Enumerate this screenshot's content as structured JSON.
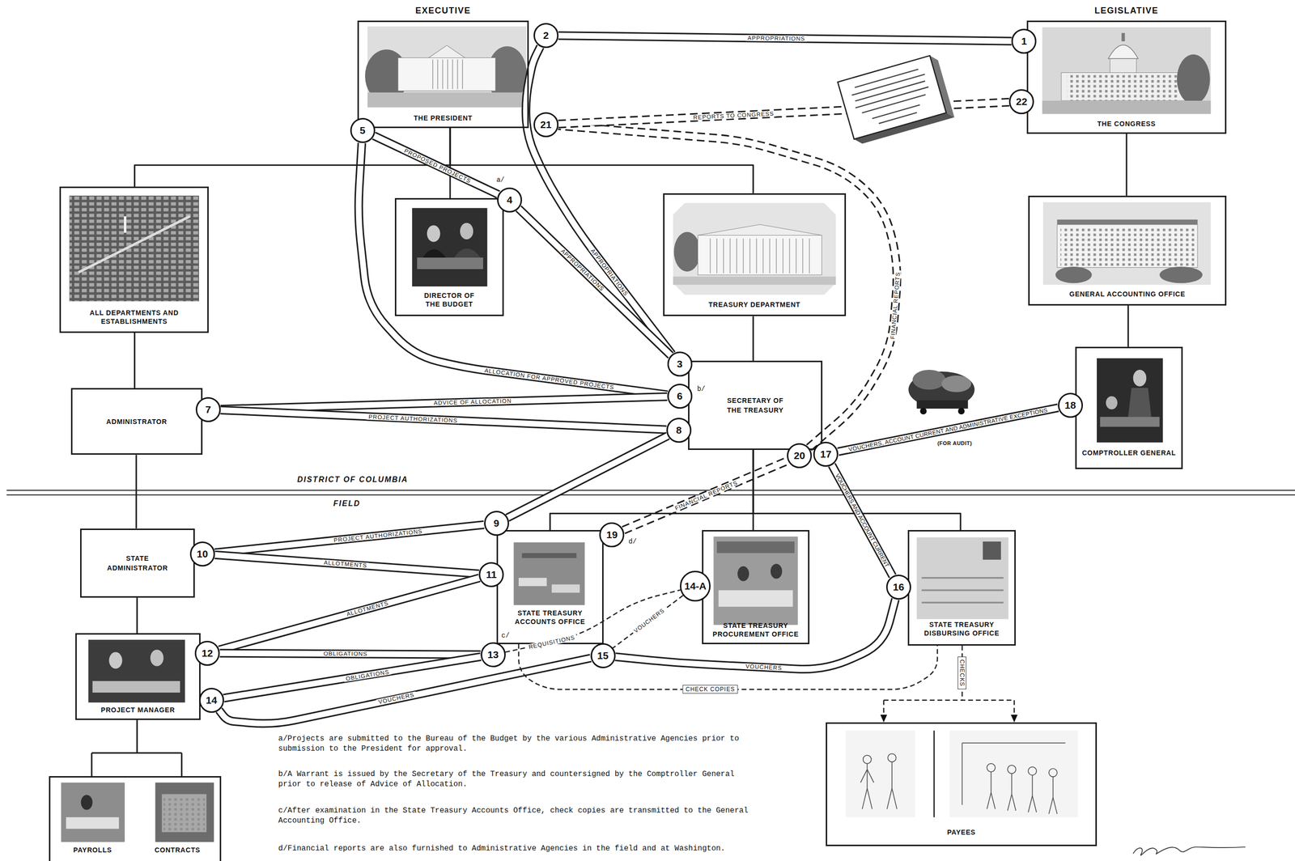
{
  "diagram": {
    "nodes": [
      {
        "text": [
          "EXECUTIVE",
          "THE PRESIDENT"
        ]
      },
      {
        "text": [
          "LEGISLATIVE",
          "THE CONGRESS"
        ]
      },
      {
        "text": [
          "ALL DEPARTMENTS AND ESTABLISHMENTS"
        ]
      },
      {
        "text": [
          "DIRECTOR OF THE BUDGET"
        ]
      },
      {
        "text": [
          "TREASURY DEPARTMENT"
        ]
      },
      {
        "text": [
          "GENERAL ACCOUNTING OFFICE"
        ]
      },
      {
        "text": [
          "ADMINISTRATOR"
        ]
      },
      {
        "text": [
          "SECRETARY OF THE TREASURY"
        ]
      },
      {
        "text": [
          "COMPTROLLER GENERAL"
        ]
      },
      {
        "text": [
          "STATE ADMINISTRATOR"
        ]
      },
      {
        "text": [
          "STATE TREASURY ACCOUNTS OFFICE"
        ]
      },
      {
        "text": [
          "STATE TREASURY PROCUREMENT OFFICE"
        ]
      },
      {
        "text": [
          "STATE TREASURY DISBURSING OFFICE"
        ]
      },
      {
        "text": [
          "PROJECT MANAGER"
        ]
      },
      {
        "text": [
          "PAYROLLS",
          "CONTRACTS"
        ]
      },
      {
        "text": [
          "PAYEES"
        ]
      },
      {
        "text": [
          "1"
        ]
      },
      {
        "text": [
          "2"
        ]
      },
      {
        "text": [
          "3"
        ]
      },
      {
        "text": [
          "4"
        ]
      },
      {
        "text": [
          "5"
        ]
      },
      {
        "text": [
          "6"
        ]
      },
      {
        "text": [
          "7"
        ]
      },
      {
        "text": [
          "8"
        ]
      },
      {
        "text": [
          "9"
        ]
      },
      {
        "text": [
          "10"
        ]
      },
      {
        "text": [
          "11"
        ]
      },
      {
        "text": [
          "12"
        ]
      },
      {
        "text": [
          "13"
        ]
      },
      {
        "text": [
          "14"
        ]
      },
      {
        "text": [
          "14-A"
        ]
      },
      {
        "text": [
          "15"
        ]
      },
      {
        "text": [
          "16"
        ]
      },
      {
        "text": [
          "17"
        ]
      },
      {
        "text": [
          "18"
        ]
      },
      {
        "text": [
          "19"
        ]
      },
      {
        "text": [
          "20"
        ]
      },
      {
        "text": [
          "21"
        ]
      },
      {
        "text": [
          "22"
        ]
      }
    ],
    "edges": [
      {
        "from": 16,
        "to": 17,
        "arrow": "none",
        "label": "APPROPRIATIONS"
      },
      {
        "from": 17,
        "to": 18,
        "arrow": "none",
        "label": "APPROPRIATIONS"
      },
      {
        "from": 18,
        "to": 19,
        "arrow": "none",
        "label": "APPROPRIATIONS"
      },
      {
        "from": 19,
        "to": 20,
        "arrow": "none",
        "label": "PROPOSED PROJECTS"
      },
      {
        "from": 20,
        "to": 21,
        "arrow": "none",
        "label": "ALLOCATION FOR APPROVED PROJECTS"
      },
      {
        "from": 21,
        "to": 22,
        "arrow": "none",
        "label": "ADVICE OF ALLOCATION"
      },
      {
        "from": 22,
        "to": 23,
        "arrow": "none",
        "label": "PROJECT AUTHORIZATIONS"
      },
      {
        "from": 23,
        "to": 24,
        "arrow": "none"
      },
      {
        "from": 24,
        "to": 25,
        "arrow": "none",
        "label": "PROJECT AUTHORIZATIONS"
      },
      {
        "from": 25,
        "to": 26,
        "arrow": "none",
        "label": "ALLOTMENTS"
      },
      {
        "from": 26,
        "to": 27,
        "arrow": "none",
        "label": "ALLOTMENTS"
      },
      {
        "from": 27,
        "to": 28,
        "arrow": "none",
        "label": "OBLIGATIONS"
      },
      {
        "from": 28,
        "to": 29,
        "arrow": "none",
        "label": "OBLIGATIONS"
      },
      {
        "from": 29,
        "to": 31,
        "arrow": "none",
        "label": "VOUCHERS"
      },
      {
        "from": 28,
        "to": 30,
        "arrow": "none",
        "label": "REQUISITIONS"
      },
      {
        "from": 30,
        "to": 31,
        "arrow": "none",
        "label": "VOUCHERS"
      },
      {
        "from": 31,
        "to": 32,
        "arrow": "none",
        "label": "VOUCHERS"
      },
      {
        "from": 32,
        "to": 33,
        "arrow": "none",
        "label": "VOUCHERS AND ACCOUNT CURRENT"
      },
      {
        "from": 33,
        "to": 34,
        "arrow": "none",
        "label": "VOUCHERS, ACCOUNT CURRENT AND ADMINISTRATIVE EXCEPTIONS"
      },
      {
        "from": 35,
        "to": 36,
        "arrow": "none",
        "label": "FINANCIAL REPORTS"
      },
      {
        "from": 36,
        "to": 37,
        "arrow": "none",
        "label": "FINANCIAL REPORTS"
      },
      {
        "from": 37,
        "to": 38,
        "arrow": "none",
        "label": "REPORTS TO CONGRESS"
      },
      {
        "from": 10,
        "to": 12,
        "arrow": "none",
        "label": "CHECK COPIES"
      },
      {
        "from": 12,
        "to": 15,
        "arrow": "to",
        "label": "CHECKS"
      },
      {
        "from": 0,
        "to": 2,
        "arrow": "none"
      },
      {
        "from": 0,
        "to": 3,
        "arrow": "none"
      },
      {
        "from": 0,
        "to": 4,
        "arrow": "none"
      },
      {
        "from": 4,
        "to": 7,
        "arrow": "none"
      },
      {
        "from": 7,
        "to": 10,
        "arrow": "none"
      },
      {
        "from": 7,
        "to": 11,
        "arrow": "none"
      },
      {
        "from": 7,
        "to": 12,
        "arrow": "none"
      },
      {
        "from": 1,
        "to": 5,
        "arrow": "none"
      },
      {
        "from": 5,
        "to": 8,
        "arrow": "none"
      },
      {
        "from": 2,
        "to": 6,
        "arrow": "none"
      },
      {
        "from": 6,
        "to": 9,
        "arrow": "none"
      },
      {
        "from": 9,
        "to": 13,
        "arrow": "none"
      },
      {
        "from": 13,
        "to": 14,
        "arrow": "none"
      }
    ],
    "labels": [
      "a/",
      "b/",
      "DISTRICT OF COLUMBIA",
      "(FOR AUDIT)",
      "FIELD",
      "d/",
      "c/",
      "a/Projects are submitted to the Bureau of the Budget by the various Administrative Agencies prior to submission to the President for approval.",
      "b/A Warrant is issued by the Secretary of the Treasury and countersigned by the Comptroller General prior to release of Advice of Allocation.",
      "c/After examination in the State Treasury Accounts Office, check copies are transmitted to the General Accounting Office.",
      "d/Financial reports are also furnished to Administrative Agencies in the field and at Washington."
    ]
  }
}
